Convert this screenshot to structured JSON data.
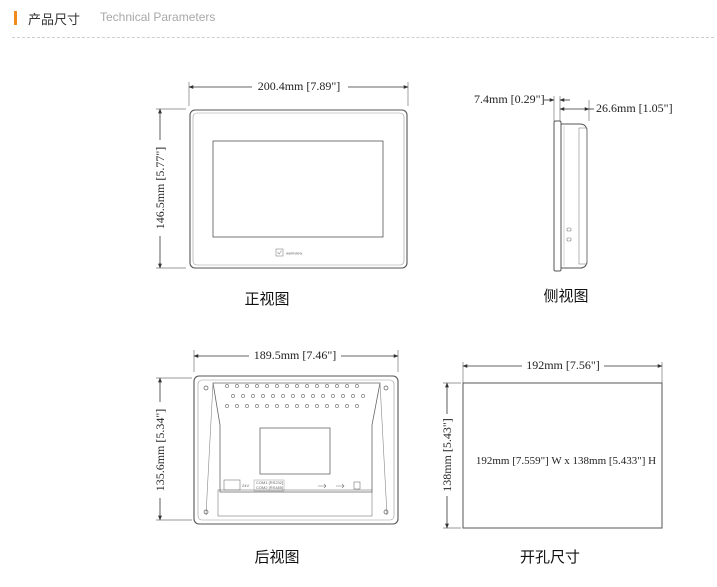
{
  "header": {
    "title_cn": "产品尺寸",
    "title_en": "Technical Parameters"
  },
  "front_view": {
    "caption": "正视图",
    "width_label": "200.4mm [7.89\"]",
    "height_label": "146.5mm [5.77\"]",
    "brand_text": "weinview"
  },
  "side_view": {
    "caption": "侧视图",
    "depth_front_label": "7.4mm [0.29\"]",
    "depth_total_label": "26.6mm [1.05\"]"
  },
  "back_view": {
    "caption": "后视图",
    "width_label": "189.5mm [7.46\"]",
    "height_label": "135.6mm [5.34\"]",
    "port_label_1": "COM1 [RS232]",
    "port_label_2": "COM2 [RS485]",
    "power_label": "24V"
  },
  "cutout": {
    "caption": "开孔尺寸",
    "width_label": "192mm [7.56\"]",
    "height_label": "138mm [5.43\"]",
    "center_text": "192mm [7.559\"]  W x 138mm [5.433\"] H"
  },
  "colors": {
    "accent": "#f08c1e",
    "line": "#555555",
    "dashed_rule": "#cfcfcf"
  }
}
